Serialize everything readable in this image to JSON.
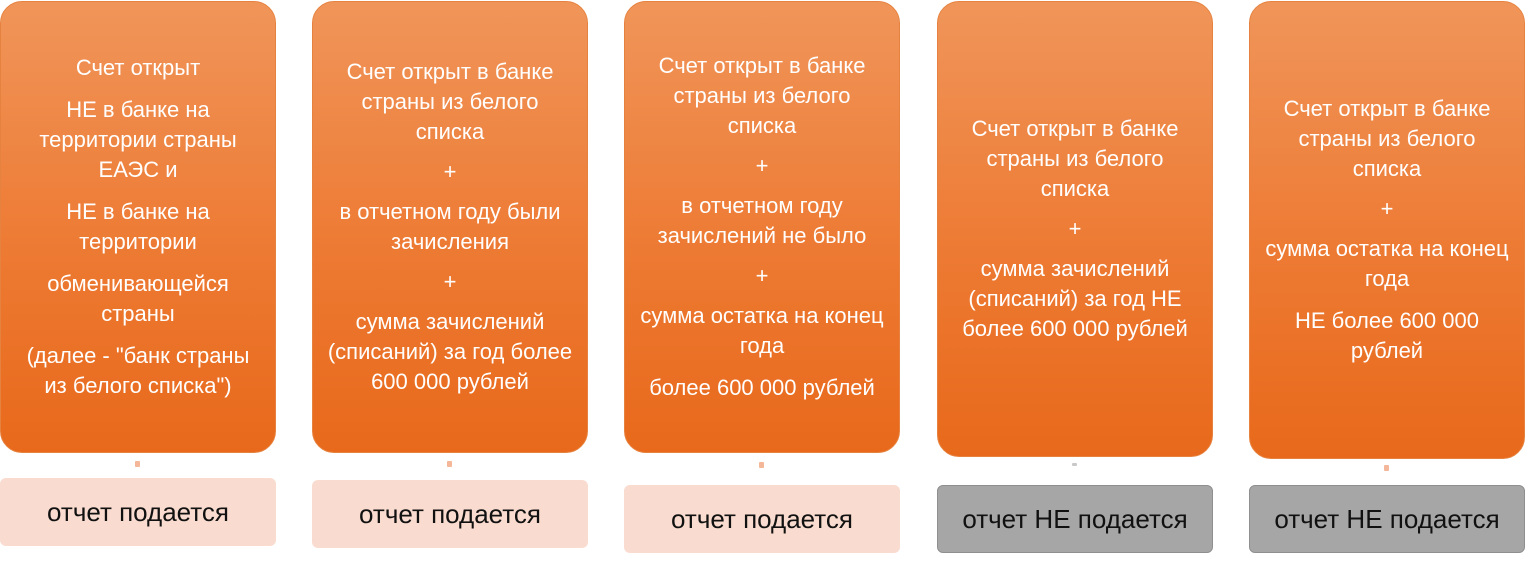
{
  "colors": {
    "card_gradient_top": "#f0955a",
    "card_gradient_bottom": "#e8691b",
    "result_submitted_bg": "#f9dccf",
    "result_not_submitted_bg": "#a6a6a6",
    "card_text": "#ffffff",
    "result_text": "#111111"
  },
  "columns": [
    {
      "lines": [
        "Счет открыт",
        "НЕ в банке на территории страны ЕАЭС и",
        "НЕ в банке на территории",
        "обменивающейся страны",
        "(далее - \"банк страны из белого списка\")"
      ],
      "result": "отчет подается"
    },
    {
      "lines": [
        "Счет открыт в банке страны из белого списка",
        "+",
        "в отчетном году были зачисления",
        "+",
        "сумма зачислений (списаний) за год более 600 000 рублей"
      ],
      "result": "отчет подается"
    },
    {
      "lines": [
        "Счет открыт в банке страны из белого списка",
        "+",
        "в отчетном году зачислений не было",
        "+",
        "сумма остатка на конец года",
        "более 600 000 рублей"
      ],
      "result": "отчет подается"
    },
    {
      "lines": [
        "Счет открыт в банке страны из белого списка",
        "+",
        "сумма зачислений (списаний) за год НЕ более 600 000 рублей"
      ],
      "result": "отчет НЕ подается"
    },
    {
      "lines": [
        "Счет открыт в банке страны из белого списка",
        "+",
        "сумма остатка на конец года",
        "НЕ более 600 000 рублей"
      ],
      "result": "отчет НЕ подается"
    }
  ]
}
